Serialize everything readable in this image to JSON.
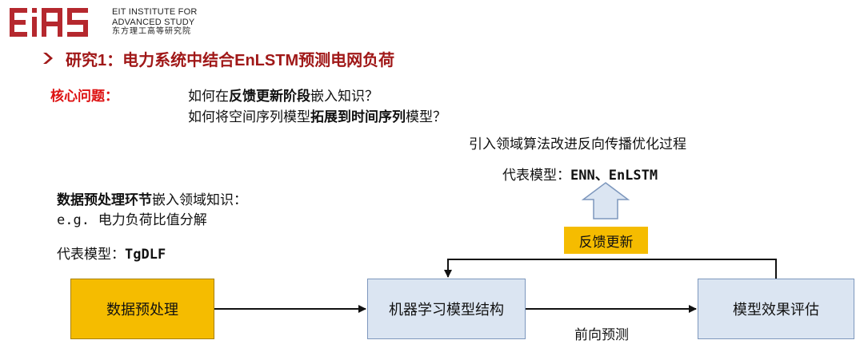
{
  "header": {
    "logo_text_line1": "EIT INSTITUTE FOR",
    "logo_text_line2": "ADVANCED STUDY",
    "logo_text_line3": "东方理工高等研究院",
    "title": "研究1：电力系统中结合EnLSTM预测电网负荷"
  },
  "core": {
    "label": "核心问题：",
    "q1_pre": "如何在",
    "q1_bold": "反馈更新阶段",
    "q1_post": "嵌入知识？",
    "q2_pre": "如何将空间序列模型",
    "q2_bold": "拓展到时间序列",
    "q2_post": "模型？"
  },
  "right_note": {
    "line1": "引入领域算法改进反向传播优化过程",
    "models_prefix": "代表模型：",
    "models": "ENN、EnLSTM"
  },
  "left_note": {
    "bold": "数据预处理环节",
    "rest": "嵌入领域知识：",
    "eg": "e.g.",
    "eg_text": "电力负荷比值分解",
    "models_prefix": "代表模型：",
    "models": "TgDLF"
  },
  "diagram": {
    "box_preprocess": "数据预处理",
    "box_ml": "机器学习模型结构",
    "box_eval": "模型效果评估",
    "feedback_label": "反馈更新",
    "forward_label": "前向预测"
  },
  "colors": {
    "title_red": "#a01818",
    "core_red": "#dd1111",
    "highlight_yellow": "#f5bc00",
    "box_blue": "#dbe5f2",
    "box_blue_border": "#7d97bd",
    "logo_red": "#b5282e"
  }
}
